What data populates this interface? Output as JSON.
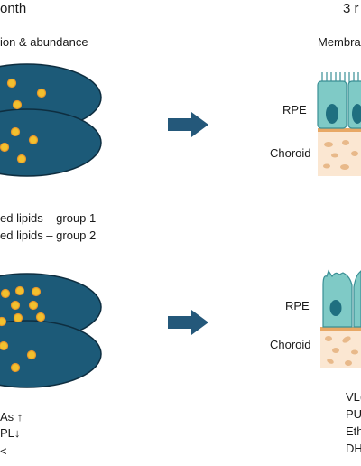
{
  "left_panel": {
    "time_label": "onth",
    "subtitle": "ion & abundance",
    "legend": {
      "group1": "ed lipids – group 1",
      "group2": "ed lipids – group 2"
    },
    "notes": [
      "As ↑",
      "PL↓",
      "<"
    ]
  },
  "right_panel": {
    "time_label": "3 r",
    "subtitle": "Membra",
    "top": {
      "rpe_label": "RPE",
      "choroid_label": "Choroid"
    },
    "bottom": {
      "rpe_label": "RPE",
      "choroid_label": "Choroid",
      "notes": [
        "VL(",
        "PU",
        "Eth",
        "DH"
      ]
    }
  },
  "colors": {
    "dark_teal": "#1c5a78",
    "arrow": "#24587a",
    "yellow": "#f2c12e",
    "orange": "#e8962a",
    "rpe_cell": "#7fcac6",
    "rpe_nucleus": "#1f6f80",
    "choroid": "#fbe7d2",
    "choroid_dots": "#e8b98a",
    "bruch": "#e8a865"
  }
}
